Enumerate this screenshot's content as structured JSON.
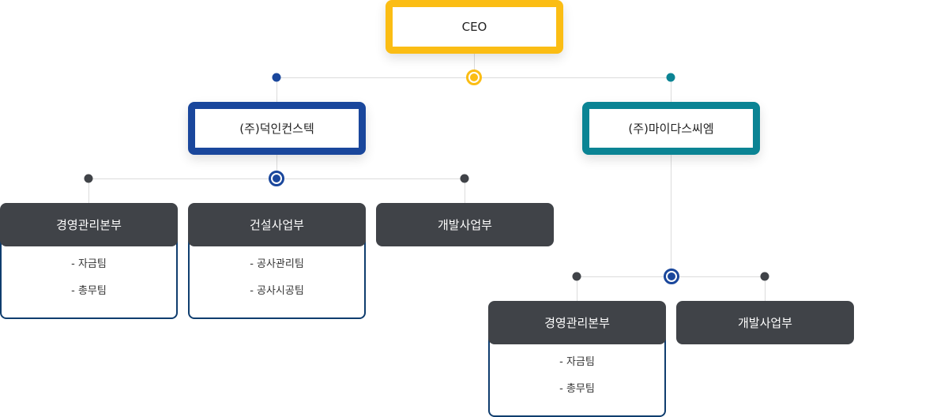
{
  "chart_data": {
    "type": "org-chart",
    "root": {
      "label": "CEO",
      "children": [
        {
          "label": "(주)덕인컨스텍",
          "children": [
            {
              "label": "경영관리본부",
              "teams": [
                "- 자금팀",
                "- 총무팀"
              ]
            },
            {
              "label": "건설사업부",
              "teams": [
                "- 공사관리팀",
                "- 공사시공팀"
              ]
            },
            {
              "label": "개발사업부",
              "teams": []
            }
          ]
        },
        {
          "label": "(주)마이다스씨엠",
          "children": [
            {
              "label": "경영관리본부",
              "teams": [
                "- 자금팀",
                "- 총무팀"
              ]
            },
            {
              "label": "개발사업부",
              "teams": []
            }
          ]
        }
      ]
    }
  },
  "colors": {
    "ceo": "#fbbd14",
    "company_a": "#1a479c",
    "company_b": "#0b8494",
    "dept_head": "#404348",
    "dept_border": "#0f3d6e",
    "connector": "#dcdcdc",
    "leaf_dot": "#404348"
  },
  "ceo": {
    "label": "CEO"
  },
  "company_a": {
    "label": "(주)덕인컨스텍",
    "depts": [
      {
        "label": "경영관리본부",
        "teams": [
          "- 자금팀",
          "- 총무팀"
        ]
      },
      {
        "label": "건설사업부",
        "teams": [
          "- 공사관리팀",
          "- 공사시공팀"
        ]
      },
      {
        "label": "개발사업부"
      }
    ]
  },
  "company_b": {
    "label": "(주)마이다스씨엠",
    "depts": [
      {
        "label": "경영관리본부",
        "teams": [
          "- 자금팀",
          "- 총무팀"
        ]
      },
      {
        "label": "개발사업부"
      }
    ]
  }
}
